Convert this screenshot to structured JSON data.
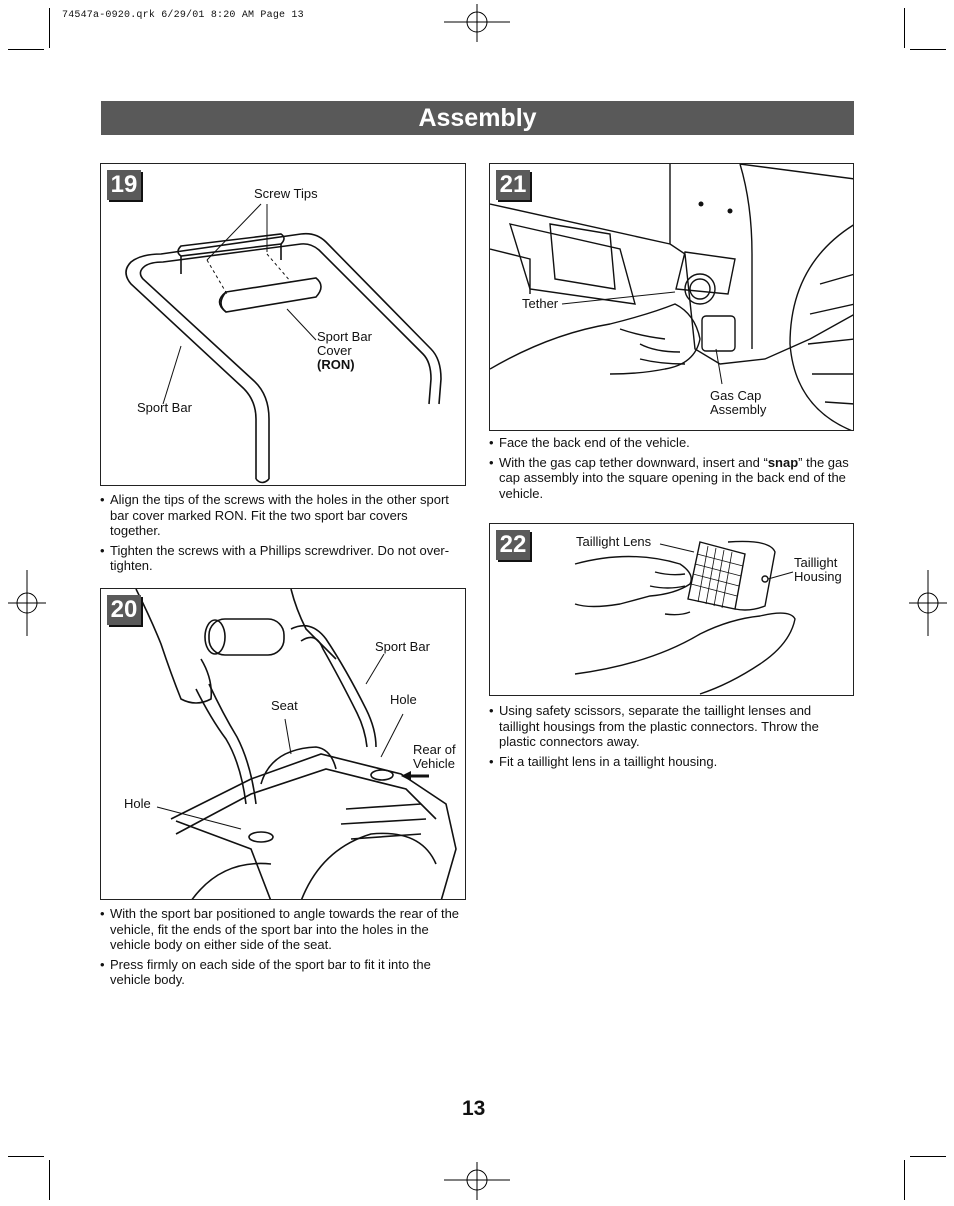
{
  "slug_line": "74547a-0920.qrk  6/29/01  8:20 AM  Page 13",
  "title": "Assembly",
  "steps": {
    "s19": {
      "number": "19",
      "labels": {
        "screw_tips": "Screw Tips",
        "cover_line1": "Sport Bar",
        "cover_line2": "Cover",
        "cover_line3": "(RON)",
        "sport_bar": "Sport Bar"
      },
      "bullets": [
        "Align the tips of the screws with the holes in the other sport bar cover marked RON. Fit the two sport bar covers together.",
        "Tighten the screws with a Phillips screwdriver. Do not over-tighten."
      ]
    },
    "s20": {
      "number": "20",
      "labels": {
        "sport_bar": "Sport Bar",
        "seat": "Seat",
        "hole_right": "Hole",
        "rear_line1": "Rear of",
        "rear_line2": "Vehicle",
        "hole_left": "Hole"
      },
      "bullets": [
        "With the sport bar positioned to angle towards the rear of the vehicle, fit the ends of the sport bar into the holes in the vehicle body on either side of the seat.",
        "Press firmly on each side of the sport bar to fit it into the vehicle body."
      ]
    },
    "s21": {
      "number": "21",
      "labels": {
        "tether": "Tether",
        "gas_line1": "Gas Cap",
        "gas_line2": "Assembly"
      },
      "bullet1": "Face the back end of the vehicle.",
      "bullet2_pre": "With the gas cap tether downward, insert and “",
      "bullet2_bold": "snap",
      "bullet2_post": "” the gas cap assembly into the square opening in the back end of the vehicle."
    },
    "s22": {
      "number": "22",
      "labels": {
        "lens": "Taillight Lens",
        "housing_line1": "Taillight",
        "housing_line2": "Housing"
      },
      "bullets": [
        "Using safety scissors, separate the taillight lenses and taillight housings from the plastic connectors. Throw the plastic connectors away.",
        "Fit a taillight lens in a taillight housing."
      ]
    }
  },
  "page_number": "13"
}
